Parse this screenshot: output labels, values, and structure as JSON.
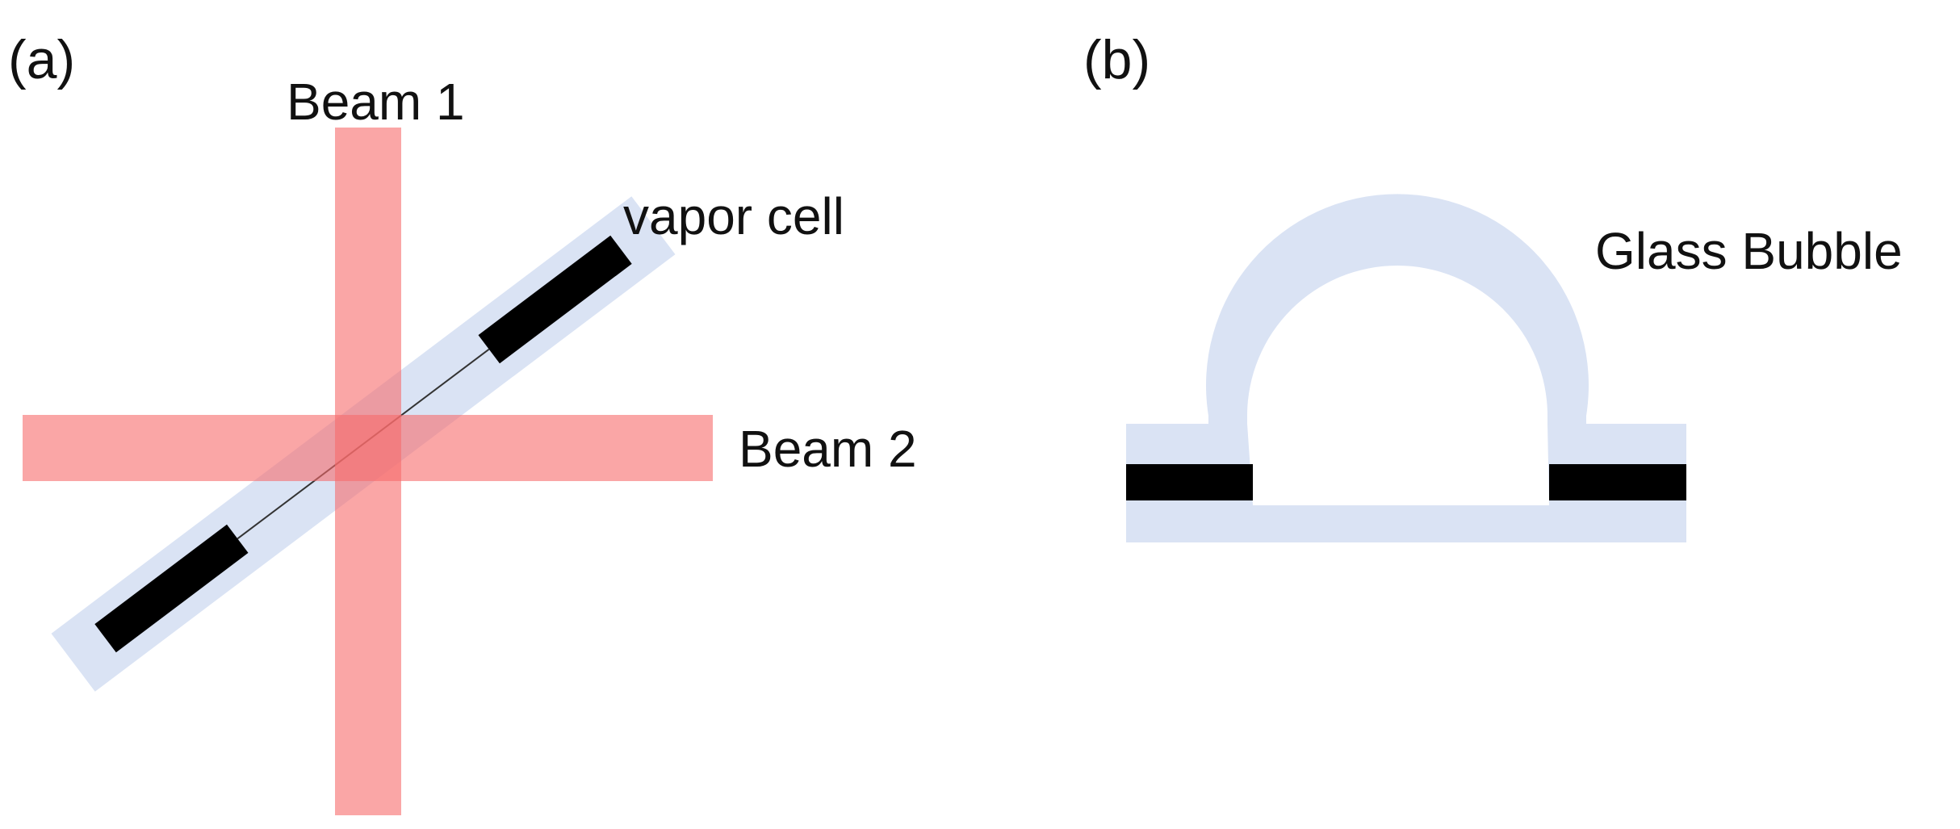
{
  "panel_a": {
    "label": "(a)",
    "beam1_label": "Beam 1",
    "beam2_label": "Beam 2",
    "cell_label": "vapor cell"
  },
  "panel_b": {
    "label": "(b)",
    "bubble_label": "Glass Bubble"
  },
  "colors": {
    "beam": "#f76b6b",
    "glass": "#dae3f4",
    "electrode": "#000000",
    "text": "#111111"
  }
}
